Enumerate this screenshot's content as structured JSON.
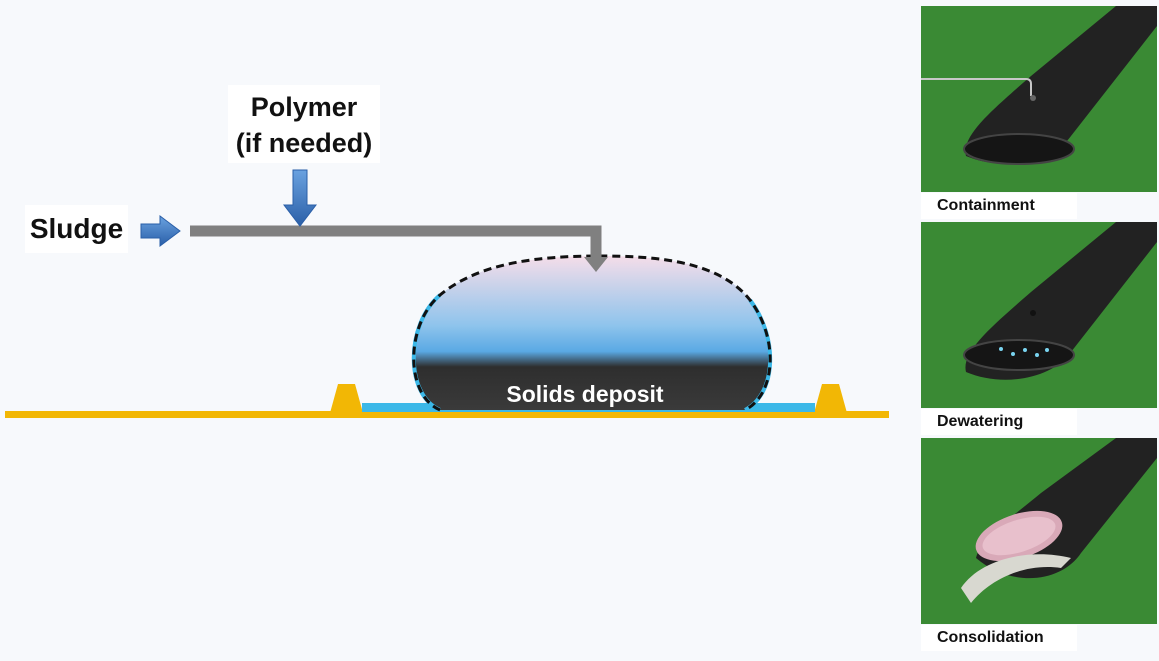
{
  "labels": {
    "sludge": "Sludge",
    "polymer_line1": "Polymer",
    "polymer_line2": "(if needed)",
    "solids_deposit": "Solids deposit"
  },
  "stages": [
    {
      "caption": "Containment"
    },
    {
      "caption": "Dewatering"
    },
    {
      "caption": "Consolidation"
    }
  ],
  "colors": {
    "ground": "#f2b705",
    "water": "#3bb8e8",
    "pipe": "#808080",
    "arrow": "#3d78c5",
    "grass": "#3a8a34",
    "tube": "#222222"
  }
}
